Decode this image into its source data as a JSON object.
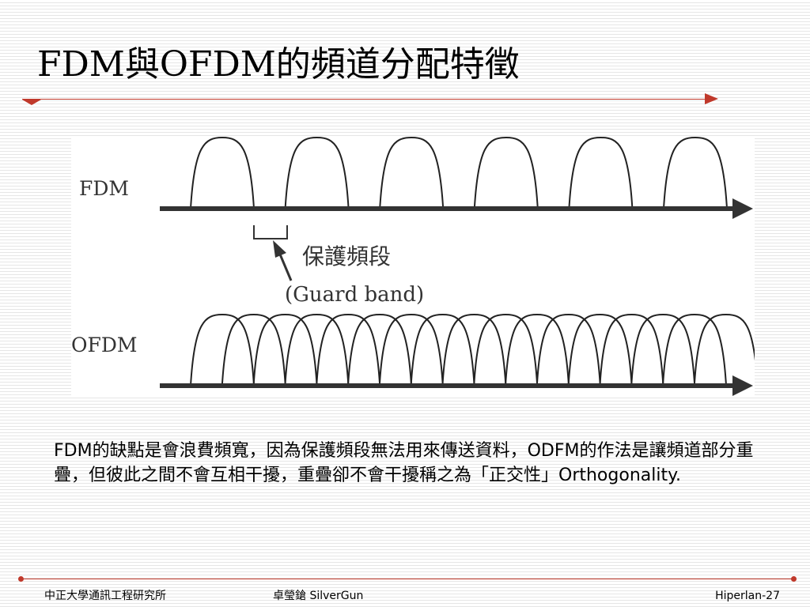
{
  "slide": {
    "title": "FDM與OFDM的頻道分配特徵",
    "body_text": "FDM的缺點是會浪費頻寬，因為保護頻段無法用來傳送資料，ODFM的作法是讓頻道部分重疊，但彼此之間不會互相干擾，重疊卻不會干擾稱之為「正交性」Orthogonality."
  },
  "figure": {
    "fdm_label": "FDM",
    "ofdm_label": "OFDM",
    "guard_label_cn": "保護頻段",
    "guard_label_en": "(Guard band)",
    "fdm_channel_count": 6,
    "ofdm_subcarrier_count": 17,
    "line_color": "#222222"
  },
  "footer": {
    "left": "中正大學通訊工程研究所",
    "center": "卓瑩鎗 SilverGun",
    "right": "Hiperlan-27"
  },
  "colors": {
    "accent": "#c0392b"
  }
}
